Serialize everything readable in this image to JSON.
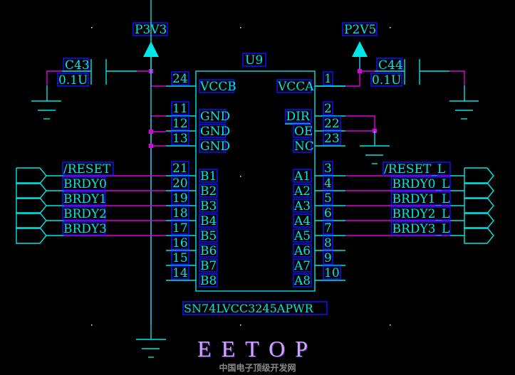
{
  "schematic": {
    "refdes": "U9",
    "part_number": "SN74LVCC3245APWR",
    "power": [
      {
        "net": "P3V3"
      },
      {
        "net": "P2V5"
      }
    ],
    "capacitors": [
      {
        "ref": "C43",
        "value": "0.1U"
      },
      {
        "ref": "C44",
        "value": "0.1U"
      }
    ],
    "left_pins": [
      {
        "num": "24",
        "name": "VCCB"
      },
      {
        "num": "11",
        "name": "GND"
      },
      {
        "num": "12",
        "name": "GND"
      },
      {
        "num": "13",
        "name": "GND"
      },
      {
        "num": "21",
        "name": "B1",
        "net": "/RESET"
      },
      {
        "num": "20",
        "name": "B2",
        "net": "BRDY0"
      },
      {
        "num": "19",
        "name": "B3",
        "net": "BRDY1"
      },
      {
        "num": "18",
        "name": "B4",
        "net": "BRDY2"
      },
      {
        "num": "17",
        "name": "B5",
        "net": "BRDY3"
      },
      {
        "num": "16",
        "name": "B6"
      },
      {
        "num": "15",
        "name": "B7"
      },
      {
        "num": "14",
        "name": "B8"
      }
    ],
    "right_pins": [
      {
        "num": "1",
        "name": "VCCA"
      },
      {
        "num": "2",
        "name": "DIR"
      },
      {
        "num": "22",
        "name": "OE"
      },
      {
        "num": "23",
        "name": "NC"
      },
      {
        "num": "3",
        "name": "A1",
        "net": "/RESET_L"
      },
      {
        "num": "4",
        "name": "A2",
        "net": "BRDY0_L"
      },
      {
        "num": "5",
        "name": "A3",
        "net": "BRDY1_L"
      },
      {
        "num": "6",
        "name": "A4",
        "net": "BRDY2_L"
      },
      {
        "num": "7",
        "name": "A5",
        "net": "BRDY3_L"
      },
      {
        "num": "8",
        "name": "A6"
      },
      {
        "num": "9",
        "name": "A7"
      },
      {
        "num": "10",
        "name": "A8"
      }
    ]
  },
  "watermark": {
    "logo": "EETOP",
    "subtitle": "中国电子顶级开发网"
  }
}
